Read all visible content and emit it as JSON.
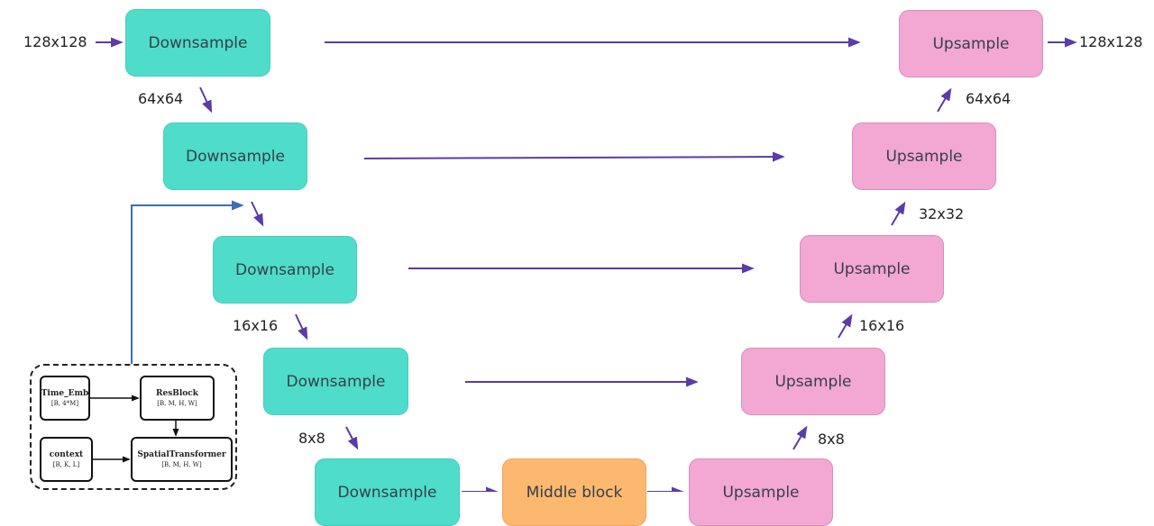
{
  "colors": {
    "downsample": "#4fdccb",
    "upsample": "#f3a7d3",
    "middle": "#fbb86e",
    "arrow": "#5b3ba8",
    "feedback_line": "#3d6db5"
  },
  "diagram": {
    "down_blocks": [
      "Downsample",
      "Downsample",
      "Downsample",
      "Downsample",
      "Downsample"
    ],
    "middle_block": "Middle block",
    "up_blocks": [
      "Upsample",
      "Upsample",
      "Upsample",
      "Upsample",
      "Upsample"
    ],
    "labels": {
      "input": "128x128",
      "output": "128x128",
      "down_64": "64x64",
      "down_16": "16x16",
      "down_8": "8x8",
      "up_64": "64x64",
      "up_32": "32x32",
      "up_16": "16x16",
      "up_8": "8x8"
    }
  },
  "legend": {
    "time_emb": {
      "title": "Time_Emb",
      "shape": "[B, 4*M]"
    },
    "resblock": {
      "title": "ResBlock",
      "shape": "[B, M, H, W]"
    },
    "context": {
      "title": "context",
      "shape": "[B, K, L]"
    },
    "spatial_transformer": {
      "title": "SpatialTransformer",
      "shape": "[B, M, H, W]"
    }
  }
}
